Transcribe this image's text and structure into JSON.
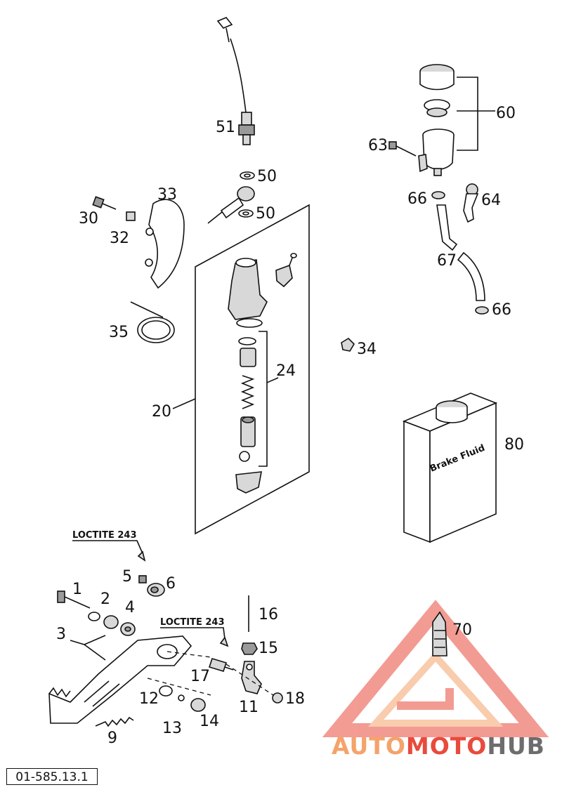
{
  "document_code": "01-585.13.1",
  "part_labels": {
    "p1": "1",
    "p2": "2",
    "p3": "3",
    "p4": "4",
    "p5": "5",
    "p6": "6",
    "p9": "9",
    "p11": "11",
    "p12": "12",
    "p13": "13",
    "p14": "14",
    "p15": "15",
    "p16": "16",
    "p17": "17",
    "p18": "18",
    "p20": "20",
    "p24": "24",
    "p30": "30",
    "p32": "32",
    "p33": "33",
    "p34": "34",
    "p35": "35",
    "p50a": "50",
    "p50b": "50",
    "p51": "51",
    "p60": "60",
    "p63": "63",
    "p64": "64",
    "p66a": "66",
    "p66b": "66",
    "p67": "67",
    "p70": "70",
    "p80": "80"
  },
  "annotations": {
    "loctite_1": "LOCTITE 243",
    "loctite_2": "LOCTITE 243",
    "container_label": "Brake Fluid"
  },
  "watermark": {
    "part1": "AUTO",
    "part2": "MOTO",
    "part3": "HUB",
    "color_primary": "#f4a36b",
    "color_accent": "#e84b3c",
    "color_dark": "#6d6d6d"
  }
}
